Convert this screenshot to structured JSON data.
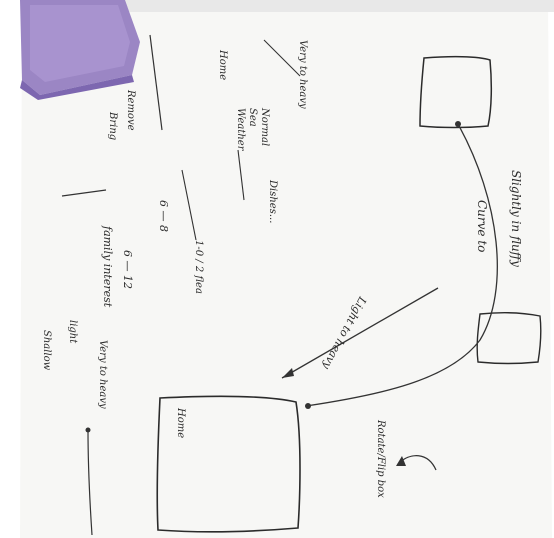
{
  "scene": {
    "description_hidden": "",
    "colors": {
      "background": "#ffffff",
      "paper": "#f6f6f4",
      "ink": "#2b2b2b",
      "container_lid": "#9b86c4",
      "container_edge": "#7d67b0"
    }
  },
  "annotations": {
    "arrow_1": "Very to heavy",
    "arrow_2": "Light to heavy",
    "arrow_3": "Very to heavy",
    "curve_top": "Slightly in fluffy",
    "curve_mid": "Curve to",
    "rotate": "Rotate/Flip box",
    "list_a": [
      "Normal",
      "Sea",
      "Weather"
    ],
    "list_b": [
      "Home",
      "Remove",
      "Bring"
    ],
    "side_a": "Dishes...",
    "notes_left": [
      "6 — 8",
      "6 — 12",
      "family interest",
      "light",
      "1-0 / 2 flea"
    ],
    "notes_bottom": [
      "Shallow",
      "Home"
    ]
  }
}
